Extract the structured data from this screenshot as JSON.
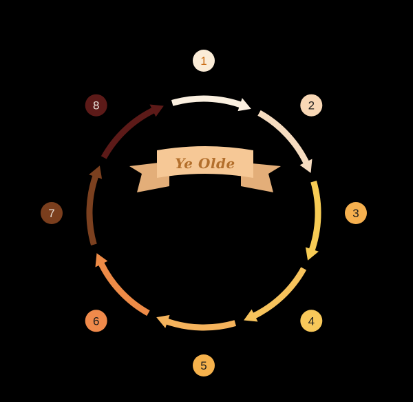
{
  "banner": {
    "text": "Ye Olde",
    "ribbon_color": "#f6c896",
    "tail_color": "#e3ae79",
    "text_color": "#b36f2c"
  },
  "steps": [
    {
      "label": "1",
      "color": "#fbecd7",
      "text_color": "#c96b12"
    },
    {
      "label": "2",
      "color": "#f8d7b5",
      "text_color": "#1c1c1c"
    },
    {
      "label": "3",
      "color": "#f6b04f",
      "text_color": "#1c1c1c"
    },
    {
      "label": "4",
      "color": "#f8c85a",
      "text_color": "#1c1c1c"
    },
    {
      "label": "5",
      "color": "#f6b24c",
      "text_color": "#1c1c1c"
    },
    {
      "label": "6",
      "color": "#f08a4b",
      "text_color": "#1c1c1c"
    },
    {
      "label": "7",
      "color": "#7a3e1d",
      "text_color": "#e9e1d9"
    },
    {
      "label": "8",
      "color": "#5c1a18",
      "text_color": "#e9e1d9"
    }
  ],
  "arrows": [
    {
      "from": "1",
      "to": "2",
      "color": "#fbf0e0"
    },
    {
      "from": "2",
      "to": "3",
      "color": "#f6dcc0"
    },
    {
      "from": "3",
      "to": "4",
      "color": "#f7cc55"
    },
    {
      "from": "4",
      "to": "5",
      "color": "#f7c35c"
    },
    {
      "from": "5",
      "to": "6",
      "color": "#f5b35c"
    },
    {
      "from": "6",
      "to": "7",
      "color": "#ee8b47"
    },
    {
      "from": "7",
      "to": "8",
      "color": "#7b401f"
    },
    {
      "from": "8",
      "to": "1",
      "color": "#5c1a18"
    }
  ]
}
